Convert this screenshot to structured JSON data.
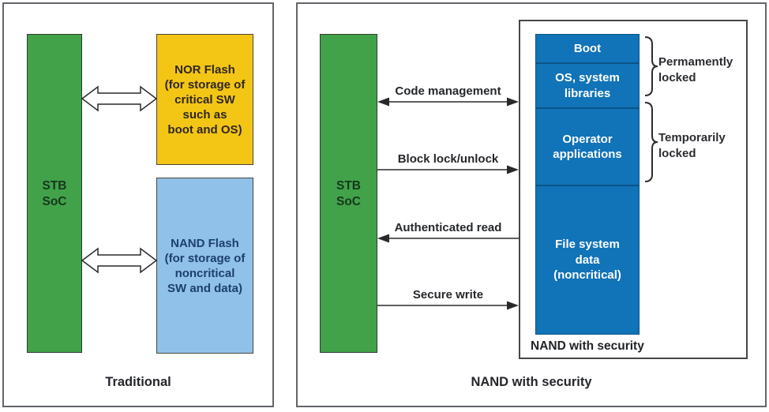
{
  "left_panel": {
    "caption": "Traditional",
    "soc": {
      "label": "STB\nSoC"
    },
    "nor_box": {
      "text": "NOR Flash\n(for storage of\ncritical SW\nsuch as\nboot and OS)"
    },
    "nand_box": {
      "text": "NAND Flash\n(for storage of\nnoncritical\nSW and data)"
    }
  },
  "right_panel": {
    "caption": "NAND with security",
    "soc": {
      "label": "STB\nSoC"
    },
    "arrows": [
      {
        "label": "Code management",
        "direction": "both"
      },
      {
        "label": "Block lock/unlock",
        "direction": "right"
      },
      {
        "label": "Authenticated read",
        "direction": "left"
      },
      {
        "label": "Secure write",
        "direction": "right"
      }
    ],
    "nand_container": {
      "label": "NAND with security",
      "segments": [
        {
          "label": "Boot"
        },
        {
          "label": "OS, system\nlibraries"
        },
        {
          "label": "Operator\napplications"
        },
        {
          "label": "File system\ndata\n(noncritical)"
        }
      ]
    },
    "braces": [
      {
        "label": "Permamently\nlocked"
      },
      {
        "label": "Temporarily\nlocked"
      }
    ]
  },
  "colors": {
    "green": "#41a24a",
    "yellow": "#f3c515",
    "light_blue": "#90c1e8",
    "dark_blue": "#1173b8",
    "segment_border": "#0a5488",
    "panel_border": "#636569",
    "line": "#28292b",
    "navy_text": "#1c3f6f",
    "dark_text": "#262329"
  }
}
